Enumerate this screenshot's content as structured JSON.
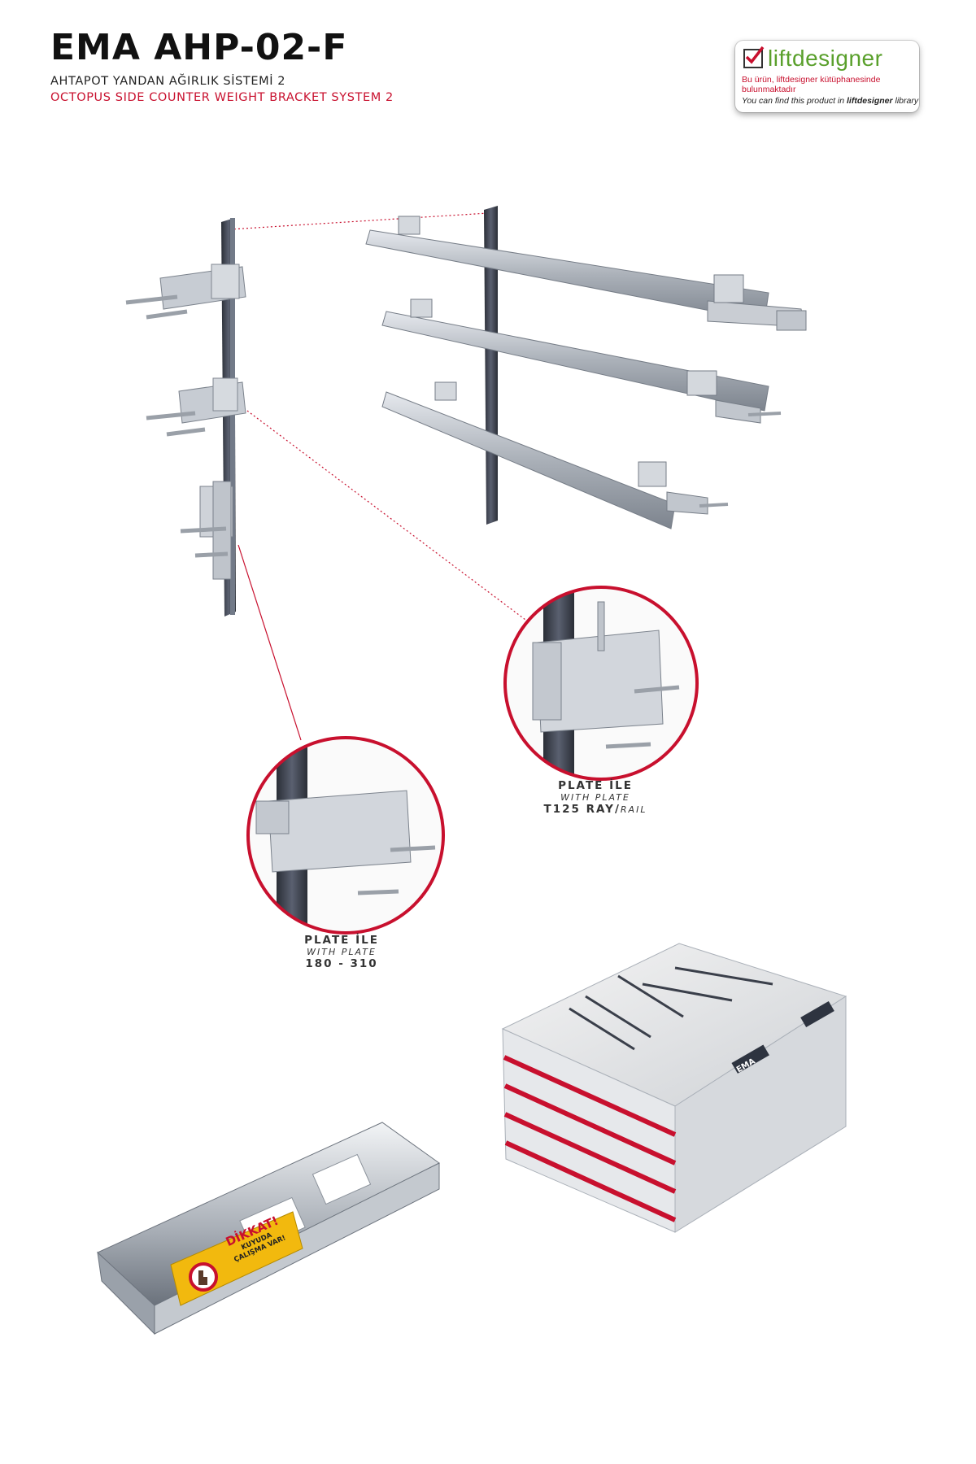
{
  "header": {
    "title": "EMA AHP-02-F",
    "subtitle_tr": "AHTAPOT YANDAN AĞIRLIK SİSTEMİ 2",
    "subtitle_en": "OCTOPUS SIDE COUNTER WEIGHT BRACKET SYSTEM 2"
  },
  "logo": {
    "name": "liftdesigner",
    "line1": "Bu ürün, liftdesigner kütüphanesinde bulunmaktadır",
    "line2_prefix": "You can find this product in ",
    "line2_brand": "liftdesigner",
    "line2_suffix": " library"
  },
  "callout_right": {
    "line1": "PLATE İLE",
    "line2": "WITH PLATE",
    "line3_main": "T125 RAY/",
    "line3_small": "RAIL"
  },
  "callout_left": {
    "line1": "PLATE İLE",
    "line2": "WITH PLATE",
    "line3": "180 - 310"
  },
  "warning_sign": {
    "line1": "DİKKAT!",
    "line2": "KUYUDA",
    "line3": "ÇALIŞMA VAR!"
  },
  "box_brand": "EMA",
  "colors": {
    "accent_red": "#c8102e",
    "logo_green": "#5aa02c",
    "rail_dark": "#3a3f4a",
    "steel": "#b9bec6"
  }
}
